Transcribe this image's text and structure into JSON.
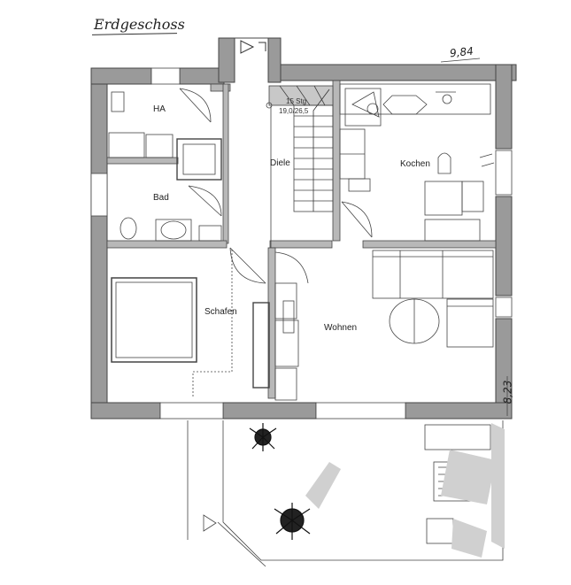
{
  "title": "Erdgeschoss",
  "rooms": {
    "ha": "HA",
    "bad": "Bad",
    "diele": "Diele",
    "kochen": "Kochen",
    "schafen": "Schafen",
    "wohnen": "Wohnen"
  },
  "stair": {
    "steps": "15 Stg",
    "rise": "19,0/26,5"
  },
  "dimensions": {
    "width": "9,84",
    "depth": "8,23"
  },
  "colors": {
    "wall": "#9a9a9a",
    "ink": "#333333",
    "shadow": "#d0d0d0"
  }
}
